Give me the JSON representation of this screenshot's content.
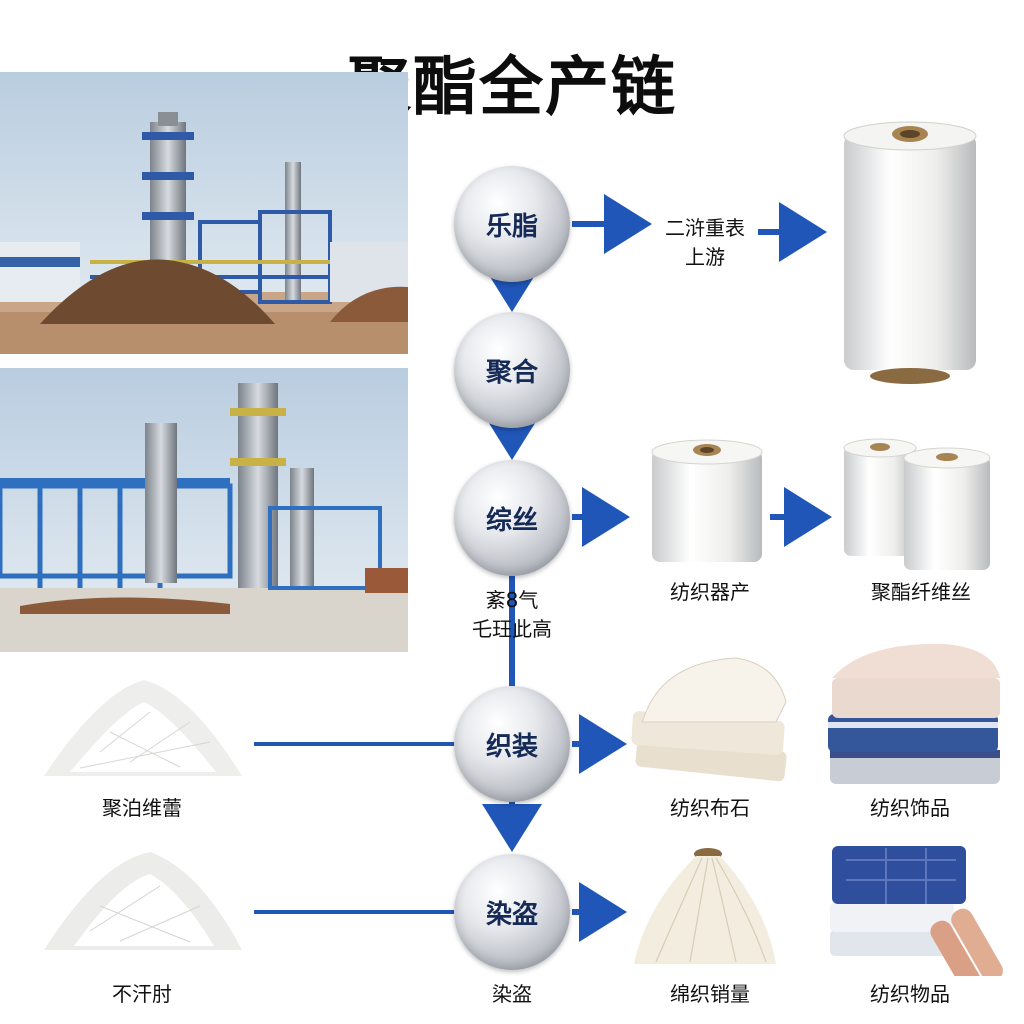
{
  "title": "聚酯全产链",
  "process": {
    "nodes": [
      "乐脂",
      "聚合",
      "综丝",
      "织装",
      "染盗"
    ]
  },
  "labels": {
    "upstream": [
      "二浒重表",
      "上游"
    ],
    "mid_note": [
      "紊8气",
      "乇玨此高"
    ],
    "textile_production": "纺织器产",
    "polyester_fiber": "聚酯纤维丝",
    "textile_fabric": "纺织布石",
    "textile_decor": "纺织饰品",
    "raw_left_1": "聚泊维蕾",
    "raw_left_2": "不汗肘",
    "dye_bottom": "染盗",
    "textile_sales": "绵织销量",
    "textile_goods": "纺织物品"
  },
  "icons": [
    "factory-photo",
    "yarn-spool-icon",
    "fiber-pile-icon",
    "folded-fabric-icon",
    "arrow-icon"
  ],
  "colors": {
    "arrow": "#1f56b8",
    "node_text": "#162a57",
    "title": "#0d0d0d"
  }
}
